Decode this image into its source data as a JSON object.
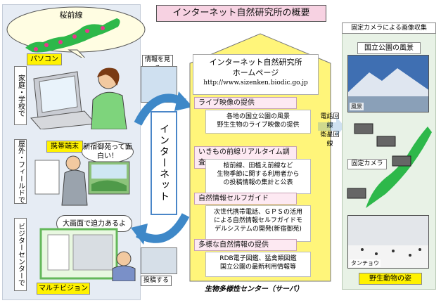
{
  "title": "インターネット自然研究所の概要",
  "left": {
    "sakura_bubble": "桜前線",
    "pc_label": "パソコン",
    "home_school": "家庭・学校で",
    "mobile_label": "携帯端末",
    "field": "屋外・フィールドで",
    "shinjuku_bubble": "新宿御苑って面白い！",
    "bigscreen_bubble": "大画面で迫力あるよ",
    "visitor": "ビジターセンターで",
    "multivision": "マルチビジョン"
  },
  "center": {
    "see_info": "情報を見る",
    "internet": "インターネット",
    "post": "投稿する"
  },
  "homepage": {
    "title_line1": "インターネット自然研究所",
    "title_line2": "ホームページ",
    "url": "http://www.sizenken.biodic.go.jp"
  },
  "sections": [
    {
      "head": "ライブ映像の提供",
      "body_lines": [
        "各地の国立公園の風景",
        "野生生物のライブ映像の提供"
      ]
    },
    {
      "head": "いきもの前線リアルタイム調査",
      "body_lines": [
        "桜前線、田植え前線など",
        "生物季節に関する利用者から",
        "の投稿情報の集計と公表"
      ]
    },
    {
      "head": "自然情報セルフガイド",
      "body_lines": [
        "次世代携帯電話、ＧＰＳの活用",
        "による自然情報セルフガイドモ",
        "デルシステムの開発(新宿御苑)"
      ]
    },
    {
      "head": "多様な自然情報の提供",
      "body_lines": [
        "RDB電子図鑑、猛禽類図鑑",
        "国立公園の最新利用情報等"
      ]
    }
  ],
  "center_label": "生物多様性センター（サーバ）",
  "line_label": {
    "line1": "電話回線",
    "line2": "衛星回線"
  },
  "right": {
    "header": "固定カメラによる画像収集",
    "park_label": "国立公園の風景",
    "snow_cap": "風景",
    "fixed_camera": "固定カメラ",
    "crane_cap": "タンチョウ",
    "wildlife": "野生動物の姿"
  },
  "colors": {
    "title_bg": "#f7d2e2",
    "yellow": "#fff200",
    "arrow_blue": "#3e88c8",
    "sec_head_bg": "#fde9f2",
    "green": "#2db84a"
  }
}
